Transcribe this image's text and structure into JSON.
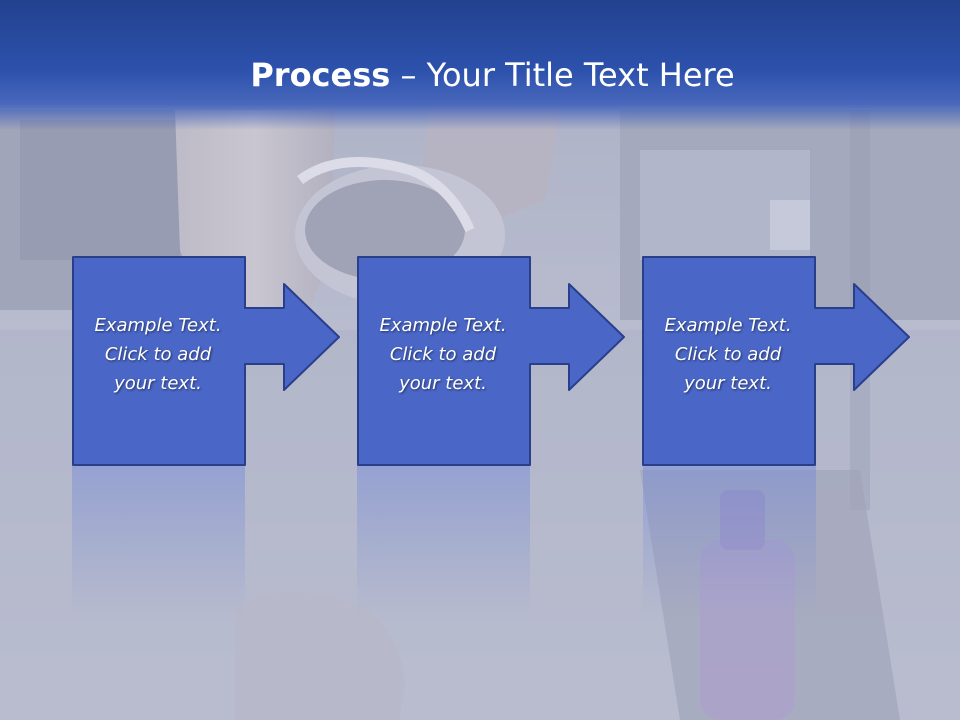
{
  "slide": {
    "title_bold": "Process",
    "title_dash": " – ",
    "title_rest": "Your Title Text Here"
  },
  "steps": [
    {
      "line1": "Example Text.",
      "line2": "Click  to add",
      "line3": "your text."
    },
    {
      "line1": "Example Text.",
      "line2": "Click  to add",
      "line3": "your text."
    },
    {
      "line1": "Example Text.",
      "line2": "Click  to add",
      "line3": "your text."
    }
  ],
  "colors": {
    "title_band": "#2d52ad",
    "box_fill": "#4a67c8",
    "box_stroke": "#2a3f8c",
    "text": "#ffffff"
  }
}
